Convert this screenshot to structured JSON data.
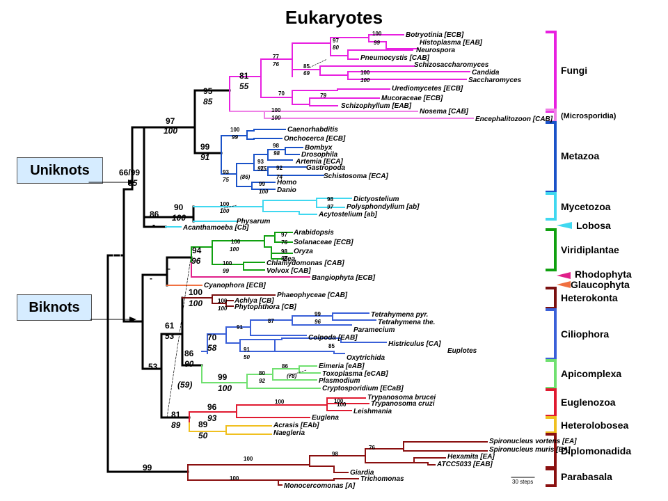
{
  "title": "Eukaryotes",
  "labels_boxes": {
    "uniknots": "Uniknots",
    "biknots": "Biknots"
  },
  "scale_bar": "30 steps",
  "colors": {
    "fungi": "#e820e0",
    "microsporidia": "#ee80e6",
    "metazoa": "#1a52c8",
    "mycetozoa": "#40d8f0",
    "viridiplantae": "#10a010",
    "rhodophyta": "#e0208a",
    "glaucophyta": "#f07040",
    "heterokonta": "#7a1010",
    "ciliophora": "#3a60d8",
    "apicomplexa": "#70e070",
    "euglenozoa": "#e01a30",
    "heterolobosea": "#f0c020",
    "diplomonadida": "#8a1010",
    "basal": "#000000"
  },
  "taxa": [
    "Botryotinia [ECB]",
    "Histoplasma [EAB]",
    "Neurospora",
    "Pneumocystis [CAB]",
    "Schizosaccharomyces",
    "Candida",
    "Saccharomyces",
    "Urediomycetes [ECB]",
    "Mucoraceae [ECB]",
    "Schizophyllum [EAB]",
    "Nosema [CAB]",
    "Encephalitozoon [CAB]",
    "Caenorhabditis",
    "Onchocerca [ECB]",
    "Bombyx",
    "Drosophila",
    "Artemia [ECA]",
    "Gastropoda",
    "Schistosoma [ECA]",
    "Homo",
    "Danio",
    "Dictyostelium",
    "Polysphondylium [ab]",
    "Acytostelium [ab]",
    "Physarum",
    "Acanthamoeba [Cb]",
    "Arabidopsis",
    "Solanaceae [ECB]",
    "Oryza",
    "Zea",
    "Chlamydomonas [CAB]",
    "Volvox [CAB]",
    "Bangiophyta [ECB]",
    "Cyanophora [ECB]",
    "Phaeophyceae [CAB]",
    "Achlya [CB]",
    "Phytophthora [CB]",
    "Tetrahymena pyr.",
    "Tetrahymena the.",
    "Paramecium",
    "Colpoda [EAB]",
    "Histriculus [CA]",
    "Euplotes",
    "Oxytrichida",
    "Eimeria [eAB]",
    "Toxoplasma [eCAB]",
    "Plasmodium",
    "Cryptosporidium [ECaB]",
    "Trypanosoma brucei",
    "Trypanosoma cruzi",
    "Leishmania",
    "Euglena",
    "Acrasis [EAb]",
    "Naegleria",
    "Spironucleus vortens [EA]",
    "Spironucleus muris [EA]",
    "Hexamita [EA]",
    "ATCC5033 [EAB]",
    "Giardia",
    "Trichomonas",
    "Monocercomonas [A]"
  ],
  "groups": [
    "Fungi",
    "(Microsporidia)",
    "Metazoa",
    "Mycetozoa",
    "Lobosa",
    "Viridiplantae",
    "Rhodophyta",
    "Glaucophyta",
    "Heterokonta",
    "Ciliophora",
    "Apicomplexa",
    "Euglenozoa",
    "Heterolobosea",
    "Diplomonadida",
    "Parabasala"
  ],
  "support": {
    "fungi": [
      "100",
      "99",
      "97",
      "80",
      "77",
      "76",
      "85",
      "69",
      "70",
      "79",
      "81",
      "55",
      "100",
      "100",
      "100",
      "100",
      "95",
      "85"
    ],
    "metazoa": [
      "100",
      "99",
      "98",
      "98",
      "93",
      "91",
      "75",
      "92",
      "(86)",
      "74",
      "99",
      "100",
      "93",
      "75",
      "99",
      "91",
      "97",
      "100",
      "66/99",
      "85"
    ],
    "myceto": [
      "98",
      "97",
      "100",
      "100",
      "90",
      "100",
      "86",
      "-"
    ],
    "plants": [
      "97",
      "76",
      "100",
      "100",
      "98",
      "98",
      "100",
      "99",
      "94",
      "96",
      "-",
      "-"
    ],
    "hetero": [
      "100",
      "100",
      "100",
      "100",
      "61",
      "53",
      "53"
    ],
    "cilio": [
      "99",
      "96",
      "87",
      "91",
      "85",
      "91",
      "50",
      "70",
      "58",
      "86",
      "90"
    ],
    "apico": [
      "86",
      "80",
      "92",
      "(78)",
      "99",
      "100",
      "(59)"
    ],
    "eugl": [
      "100",
      "100",
      "100",
      "96",
      "93",
      "81",
      "89",
      "89",
      "50"
    ],
    "diplo": [
      "76",
      "98",
      "100",
      "100",
      "99"
    ]
  }
}
